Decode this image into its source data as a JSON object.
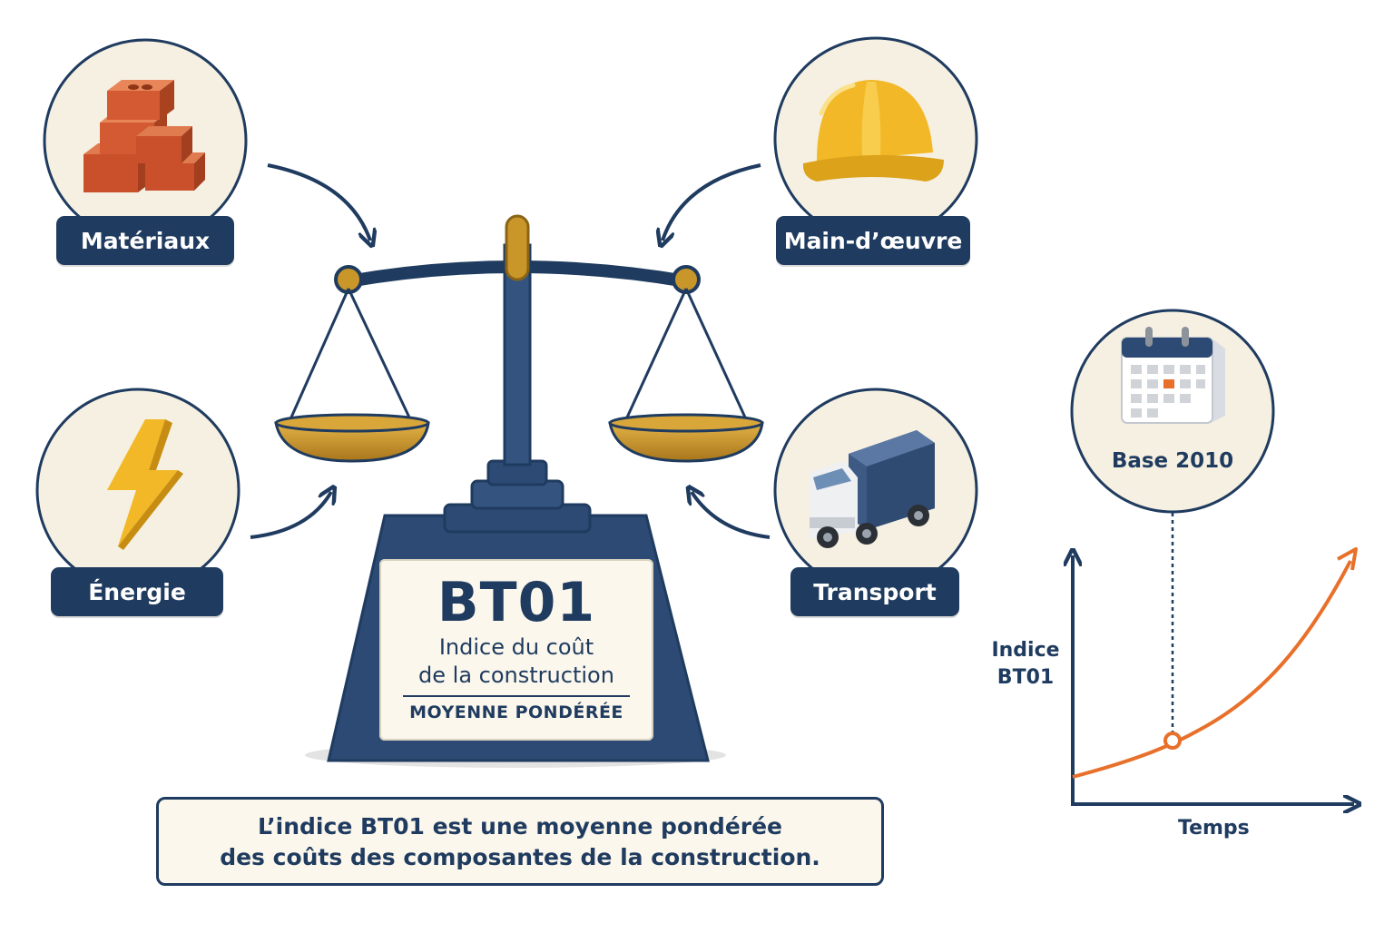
{
  "components": {
    "materials": "Matériaux",
    "labor": "Main-d’œuvre",
    "energy": "Énergie",
    "transport": "Transport"
  },
  "plaque": {
    "code": "BT01",
    "line1": "Indice du coût",
    "line2": "de la construction",
    "caps": "MOYENNE PONDÉRÉE"
  },
  "caption": {
    "line1": "L’indice BT01 est une moyenne pondérée",
    "line2": "des coûts des composantes de la construction."
  },
  "graph": {
    "ylabel_line1": "Indice",
    "ylabel_line2": "BT01",
    "xlabel": "Temps",
    "base_label": "Base 2010"
  },
  "colors": {
    "navy": "#1f3b5f",
    "gold": "#c9962a",
    "orange": "#e8702a",
    "cream": "#f6f0e2"
  }
}
